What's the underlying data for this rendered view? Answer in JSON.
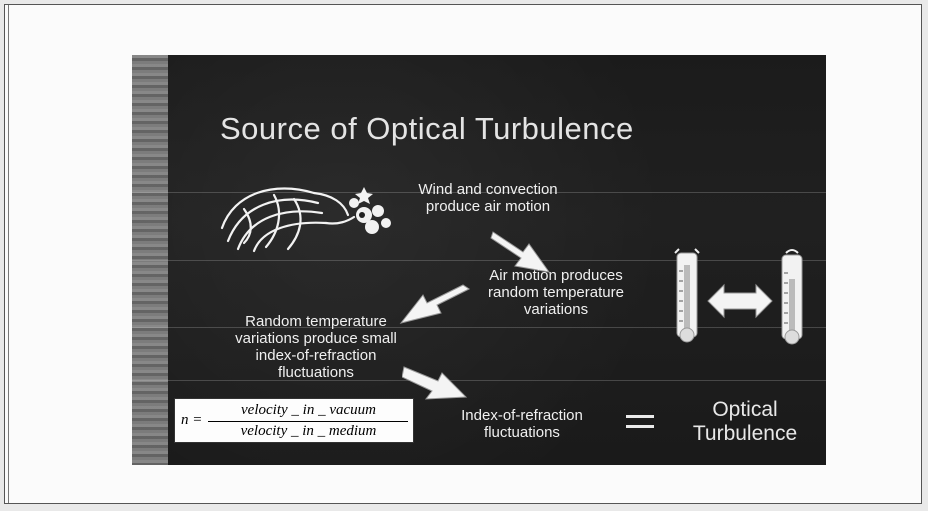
{
  "slide": {
    "title": "Source of Optical Turbulence",
    "step1": [
      "Wind and convection",
      "produce air motion"
    ],
    "step2": [
      "Air motion produces",
      "random temperature",
      "variations"
    ],
    "step3": [
      "Random temperature",
      "variations produce small",
      "index-of-refraction",
      "fluctuations"
    ],
    "step4": [
      "Index-of-refraction",
      "fluctuations"
    ],
    "result": [
      "Optical",
      "Turbulence"
    ],
    "formula": {
      "lhs": "n =",
      "numerator": "velocity _ in _ vacuum",
      "denominator": "velocity _ in _ medium"
    }
  },
  "icons": [
    "dragon-wind-icon",
    "thermometer-icon",
    "double-arrow-icon",
    "arrow-icon"
  ]
}
